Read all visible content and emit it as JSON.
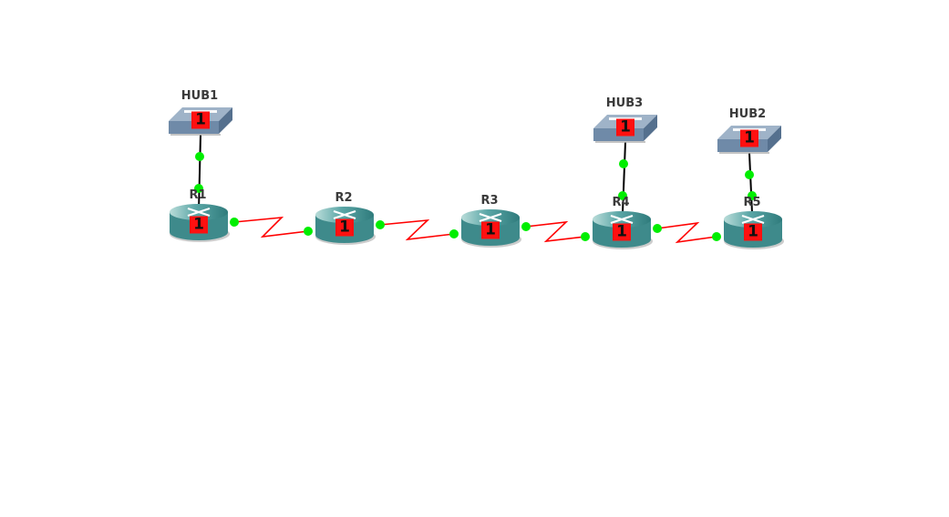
{
  "colors": {
    "background": "#ffffff",
    "serial_link": "#ff0000",
    "ethernet_link": "#000000",
    "port_status_up": "#00ee00",
    "router_body": "#3e8a8b",
    "router_top": "#5aa6a6",
    "hub_body": "#6f8aa8",
    "status_badge": "#ff1010"
  },
  "nodes": [
    {
      "id": "HUB1",
      "type": "hub",
      "label": "HUB1",
      "badge": "1",
      "icon": "hub-icon"
    },
    {
      "id": "HUB3",
      "type": "hub",
      "label": "HUB3",
      "badge": "1",
      "icon": "hub-icon"
    },
    {
      "id": "HUB2",
      "type": "hub",
      "label": "HUB2",
      "badge": "1",
      "icon": "hub-icon"
    },
    {
      "id": "R1",
      "type": "router",
      "label": "R1",
      "badge": "1",
      "icon": "router-icon"
    },
    {
      "id": "R2",
      "type": "router",
      "label": "R2",
      "badge": "1",
      "icon": "router-icon"
    },
    {
      "id": "R3",
      "type": "router",
      "label": "R3",
      "badge": "1",
      "icon": "router-icon"
    },
    {
      "id": "R4",
      "type": "router",
      "label": "R4",
      "badge": "1",
      "icon": "router-icon"
    },
    {
      "id": "R5",
      "type": "router",
      "label": "R5",
      "badge": "1",
      "icon": "router-icon"
    }
  ],
  "links": [
    {
      "from": "HUB1",
      "to": "R1",
      "kind": "ethernet"
    },
    {
      "from": "R1",
      "to": "R2",
      "kind": "serial"
    },
    {
      "from": "R2",
      "to": "R3",
      "kind": "serial"
    },
    {
      "from": "R3",
      "to": "R4",
      "kind": "serial"
    },
    {
      "from": "HUB3",
      "to": "R4",
      "kind": "ethernet"
    },
    {
      "from": "R4",
      "to": "R5",
      "kind": "serial"
    },
    {
      "from": "HUB2",
      "to": "R5",
      "kind": "ethernet"
    }
  ]
}
